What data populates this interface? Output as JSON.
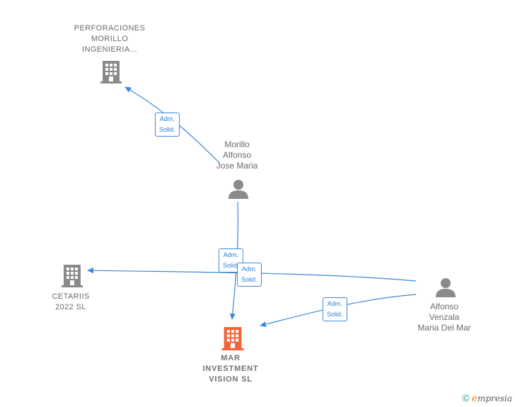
{
  "nodes": {
    "perforaciones": {
      "label": "PERFORACIONES\nMORILLO\nINGENIERIA..."
    },
    "morillo": {
      "label": "Morillo\nAlfonso\nJose Maria"
    },
    "cetariis": {
      "label": "CETARIIS\n2022  SL"
    },
    "mar": {
      "label": "MAR\nINVESTMENT\nVISION  SL"
    },
    "alfonso": {
      "label": "Alfonso\nVenzala\nMaria Del Mar"
    }
  },
  "edge_labels": {
    "morillo_to_perforaciones": "Adm.\nSolid.",
    "morillo_to_mar": "Adm.\nSolid.",
    "alfonso_to_cetariis": "Adm.\nSolid.",
    "alfonso_to_mar": "Adm.\nSolid."
  },
  "brand": {
    "copyright": "©",
    "e": "e",
    "word": "mpresia"
  },
  "colors": {
    "edge": "#3f88d8",
    "company": "#8a8a8a",
    "focus": "#f0643a",
    "person": "#8a8a8a"
  }
}
